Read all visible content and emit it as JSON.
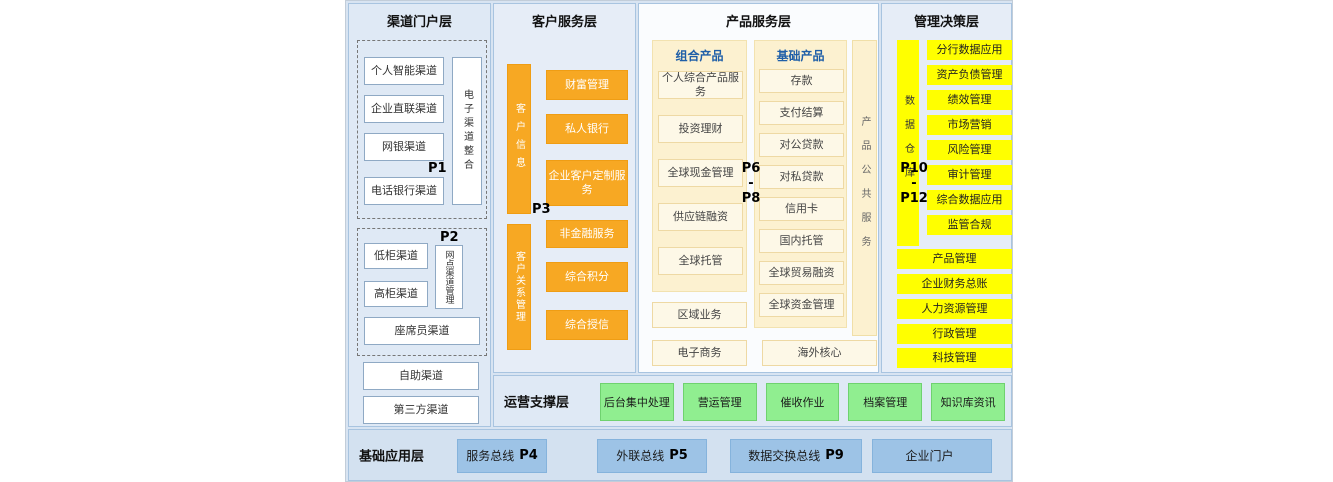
{
  "colors": {
    "background": "#d8e4f2",
    "orange": "#f7a823",
    "yellow": "#ffff00",
    "green": "#90ee90",
    "blue_box": "#9dc3e6",
    "cream_panel": "#fcf1d0",
    "panel_title_blue": "#1f5fa8"
  },
  "channel": {
    "title": "渠道门户层",
    "p1": "P1",
    "p2": "P2",
    "g1_items": [
      "个人智能渠道",
      "企业直联渠道",
      "网银渠道",
      "电话银行渠道"
    ],
    "g1_side": "电子渠道整合",
    "g2_items": [
      "低柜渠道",
      "高柜渠道"
    ],
    "g2_side": "网点渠道管理",
    "g2_bottom": "座席员渠道",
    "extras": [
      "自助渠道",
      "第三方渠道"
    ]
  },
  "customer": {
    "title": "客户服务层",
    "p3": "P3",
    "bar1": "客户信息",
    "bar2": "客户关系管理",
    "g1": [
      "财富管理",
      "私人银行",
      "企业客户定制服务"
    ],
    "g2": [
      "非金融服务",
      "综合积分",
      "综合授信"
    ]
  },
  "product": {
    "title": "产品服务层",
    "p_top": "P6",
    "p_dash": "-",
    "p_bottom": "P8",
    "combo_title": "组合产品",
    "combo": [
      "个人综合产品服务",
      "投资理财",
      "全球现金管理",
      "供应链融资",
      "全球托管"
    ],
    "basic_title": "基础产品",
    "basic": [
      "存款",
      "支付结算",
      "对公贷款",
      "对私贷款",
      "信用卡",
      "国内托管",
      "全球贸易融资",
      "全球资金管理"
    ],
    "public_bar": "产品公共服务",
    "bottom1": "区域业务",
    "bottom2": "电子商务",
    "bottom3": "海外核心"
  },
  "management": {
    "title": "管理决策层",
    "p_top": "P10",
    "p_dash": "-",
    "p_bottom": "P12",
    "warehouse": "数据仓库",
    "apps": [
      "分行数据应用",
      "资产负债管理",
      "绩效管理",
      "市场营销",
      "风险管理",
      "审计管理",
      "综合数据应用",
      "监管合规"
    ],
    "wide": [
      "产品管理",
      "企业财务总账",
      "人力资源管理",
      "行政管理",
      "科技管理"
    ]
  },
  "operation": {
    "title": "运营支撑层",
    "items": [
      "后台集中处理",
      "营运管理",
      "催收作业",
      "档案管理",
      "知识库资讯"
    ]
  },
  "foundation": {
    "title": "基础应用层",
    "items": [
      "服务总线",
      "外联总线",
      "数据交换总线",
      "企业门户"
    ],
    "p_labels": [
      "P4",
      "P5",
      "P9",
      ""
    ]
  }
}
